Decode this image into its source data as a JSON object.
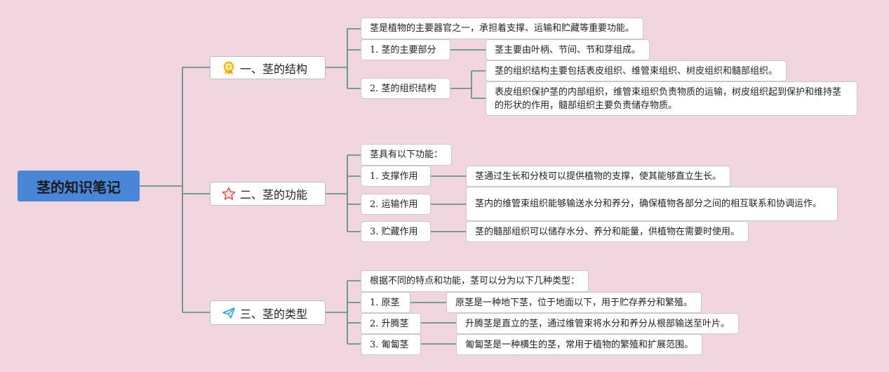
{
  "root": {
    "title": "茎的知识笔记"
  },
  "branches": [
    {
      "title": "一、茎的结构",
      "icon": "award-ribbon-icon",
      "intro": "茎是植物的主要器官之一，承担着支撑、运输和贮藏等重要功能。",
      "items": [
        {
          "label": "1. 茎的主要部分",
          "details": [
            "茎主要由叶柄、节间、节和芽组成。"
          ]
        },
        {
          "label": "2. 茎的组织结构",
          "details": [
            "茎的组织结构主要包括表皮组织、维管束组织、树皮组织和髓部组织。",
            "表皮组织保护茎的内部组织，维管束组织负责物质的运输，树皮组织起到保护和维持茎的形状的作用，髓部组织主要负责储存物质。"
          ]
        }
      ]
    },
    {
      "title": "二、茎的功能",
      "icon": "star-icon",
      "intro": "茎具有以下功能：",
      "items": [
        {
          "label": "1. 支撑作用",
          "details": [
            "茎通过生长和分枝可以提供植物的支撑，使其能够直立生长。"
          ]
        },
        {
          "label": "2. 运输作用",
          "details": [
            "茎内的维管束组织能够输送水分和养分，确保植物各部分之间的相互联系和协调运作。"
          ]
        },
        {
          "label": "3. 贮藏作用",
          "details": [
            "茎的髓部组织可以储存水分、养分和能量，供植物在需要时使用。"
          ]
        }
      ]
    },
    {
      "title": "三、茎的类型",
      "icon": "paper-plane-icon",
      "intro": "根据不同的特点和功能，茎可以分为以下几种类型：",
      "items": [
        {
          "label": "1. 原茎",
          "details": [
            "原茎是一种地下茎，位于地面以下，用于贮存养分和繁殖。"
          ]
        },
        {
          "label": "2. 升腾茎",
          "details": [
            "升腾茎是直立的茎，通过维管束将水分和养分从根部输送至叶片。"
          ]
        },
        {
          "label": "3. 匍匐茎",
          "details": [
            "匍匐茎是一种横生的茎，常用于植物的繁殖和扩展范围。"
          ]
        }
      ]
    }
  ],
  "colors": {
    "background": "#f2d6df",
    "root": "#4a86d8",
    "connector": "#4f8a7f",
    "node_border": "#c9c9c9"
  }
}
